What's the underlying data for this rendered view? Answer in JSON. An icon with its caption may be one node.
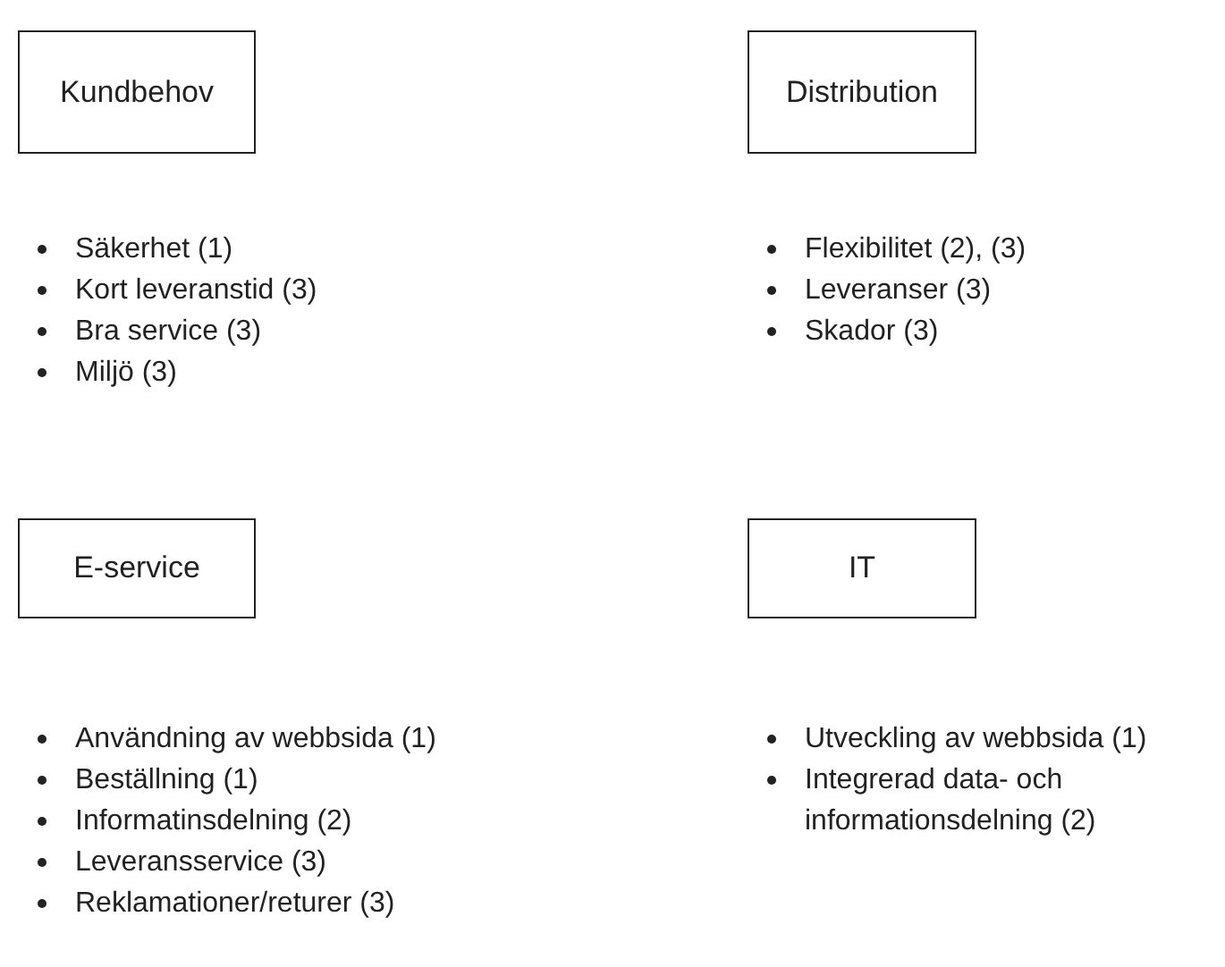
{
  "diagram": {
    "nodes": [
      {
        "text": [
          "Kundbehov"
        ],
        "beside": [
          "Säkerhet (1)",
          "Kort leveranstid (3)",
          "Bra service (3)",
          "Miljö (3)"
        ]
      },
      {
        "text": [
          "Distribution"
        ],
        "beside": [
          "Flexibilitet (2), (3)",
          "Leveranser (3)",
          "Skador (3)"
        ]
      },
      {
        "text": [
          "E-service"
        ],
        "beside": [
          "Användning av webbsida (1)",
          "Beställning (1)",
          "Informatinsdelning (2)",
          "Leveransservice (3)",
          "Reklamationer/returer (3)"
        ]
      },
      {
        "text": [
          "IT"
        ],
        "beside": [
          "Utveckling av webbsida (1)",
          "Integrerad data- och informationsdelning (2)"
        ]
      }
    ]
  }
}
